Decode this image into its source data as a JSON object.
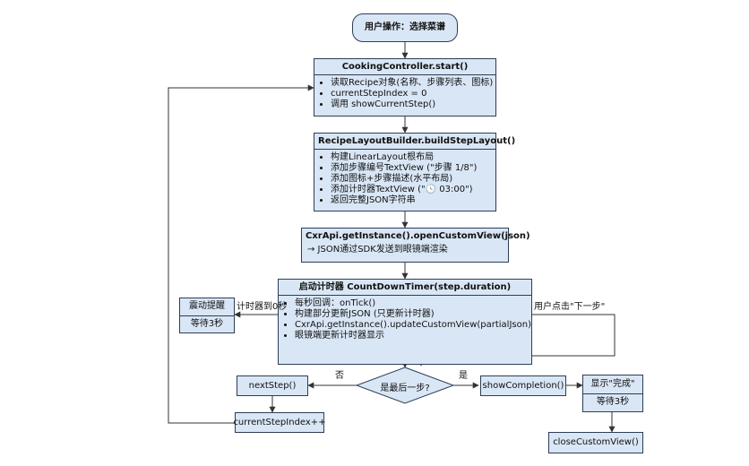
{
  "start": {
    "label": "用户操作：选择菜谱"
  },
  "controller": {
    "title": "CookingController.start()",
    "items": [
      "读取Recipe对象(名称、步骤列表、图标)",
      "currentStepIndex = 0",
      "调用 showCurrentStep()"
    ]
  },
  "builder": {
    "title": "RecipeLayoutBuilder.buildStepLayout()",
    "items": [
      "构建LinearLayout根布局",
      "添加步骤编号TextView (\"步骤 1/8\")",
      "添加图标+步骤描述(水平布局)",
      "添加计时器TextView (\"🕓 03:00\")",
      "返回完整JSON字符串"
    ]
  },
  "cxr": {
    "title": "CxrApi.getInstance().openCustomView(json)",
    "line": "→ JSON通过SDK发送到眼镜端渲染"
  },
  "timer": {
    "title": "启动计时器 CountDownTimer(step.duration)",
    "items": [
      "每秒回调：onTick()",
      "构建部分更新JSON (只更新计时器)",
      "CxrApi.getInstance().updateCustomView(partialJson)",
      "眼镜端更新计时器显示"
    ]
  },
  "vibrate": {
    "line1": "震动提醒",
    "line2": "等待3秒"
  },
  "labels": {
    "timer_zero": "计时器到0秒",
    "user_next": "用户点击\"下一步\"",
    "no": "否",
    "yes": "是"
  },
  "decision": {
    "label": "是最后一步?"
  },
  "next_step": {
    "label": "nextStep()"
  },
  "increment": {
    "label": "currentStepIndex++"
  },
  "show_completion": {
    "label": "showCompletion()"
  },
  "complete": {
    "line1": "显示\"完成\"",
    "line2": "等待3秒"
  },
  "close": {
    "label": "closeCustomView()"
  },
  "colors": {
    "box_fill": "#d9e6f5",
    "border": "#2d3e55",
    "line": "#333333"
  }
}
